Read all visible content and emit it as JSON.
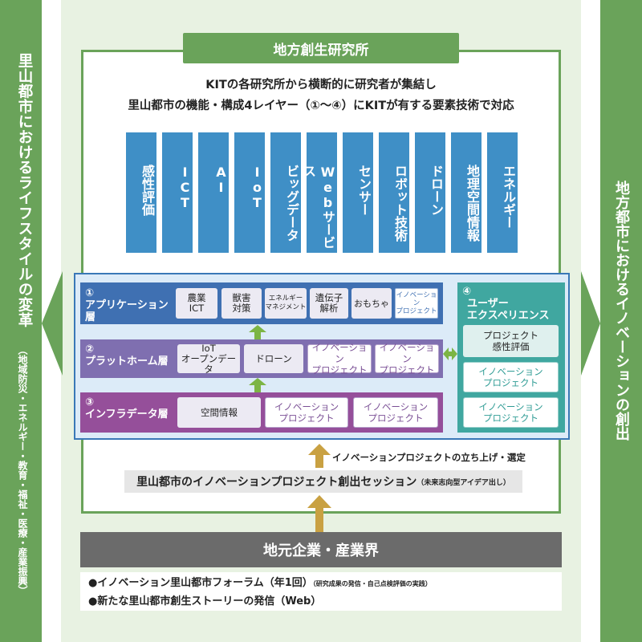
{
  "left_band": {
    "main": "里山都市におけるライフスタイルの変革",
    "sub": "（地域防災・エネルギー・教育・福祉・医療・産業振興）"
  },
  "right_band": {
    "main": "地方都市におけるイノベーションの創出"
  },
  "institute": {
    "title": "地方創生研究所",
    "intro_line1": "KITの各研究所から横断的に研究者が集結し",
    "intro_line2": "里山都市の機能・構成4レイヤー（①〜④）にKITが有する要素技術で対応"
  },
  "technologies": [
    "感性評価",
    "ICT",
    "AI",
    "IoT",
    "ビッグデータ",
    "Webサービス",
    "センサー",
    "ロボット技術",
    "ドローン",
    "地理空間情報",
    "エネルギー"
  ],
  "layers": {
    "app": {
      "num": "①",
      "name": "アプリケーション層",
      "chips": [
        "農業\nICT",
        "獣害\n対策",
        "エネルギー\nマネジメント",
        "遺伝子\n解析",
        "おもちゃ"
      ],
      "project": "イノベーション\nプロジェクト"
    },
    "platform": {
      "num": "②",
      "name": "プラットホーム層",
      "chips": [
        "IoT\nオープンデータ",
        "ドローン"
      ],
      "projects": [
        "イノベーション\nプロジェクト",
        "イノベーション\nプロジェクト"
      ]
    },
    "infra": {
      "num": "③",
      "name": "インフラデータ層",
      "chips": [
        "空間情報"
      ],
      "projects": [
        "イノベーション\nプロジェクト",
        "イノベーション\nプロジェクト"
      ]
    },
    "ux": {
      "num": "④",
      "name": "ユーザー\nエクスペリエンス",
      "items": [
        "プロジェクト\n感性評価",
        "イノベーション\nプロジェクト",
        "イノベーション\nプロジェクト"
      ]
    }
  },
  "launch_note": "イノベーションプロジェクトの立ち上げ・選定",
  "session": {
    "main": "里山都市のイノベーションプロジェクト創出セッション",
    "sub": "（未来志向型アイデア出し）"
  },
  "local_industry": "地元企業・産業界",
  "bullets": [
    {
      "main": "●イノベーション里山都市フォーラム（年1回）",
      "sub": "（研究成果の発信・自己点検評価の実践）"
    },
    {
      "main": "●新たな里山都市創生ストーリーの発信（Web）",
      "sub": ""
    }
  ],
  "colors": {
    "green": "#6aa35a",
    "tech_blue": "#3f8fc6",
    "app_blue": "#3f70b2",
    "platform_purple": "#7f6fb0",
    "infra_purple": "#954f9a",
    "ux_teal": "#40a7a0",
    "gray": "#6b6b6b"
  }
}
